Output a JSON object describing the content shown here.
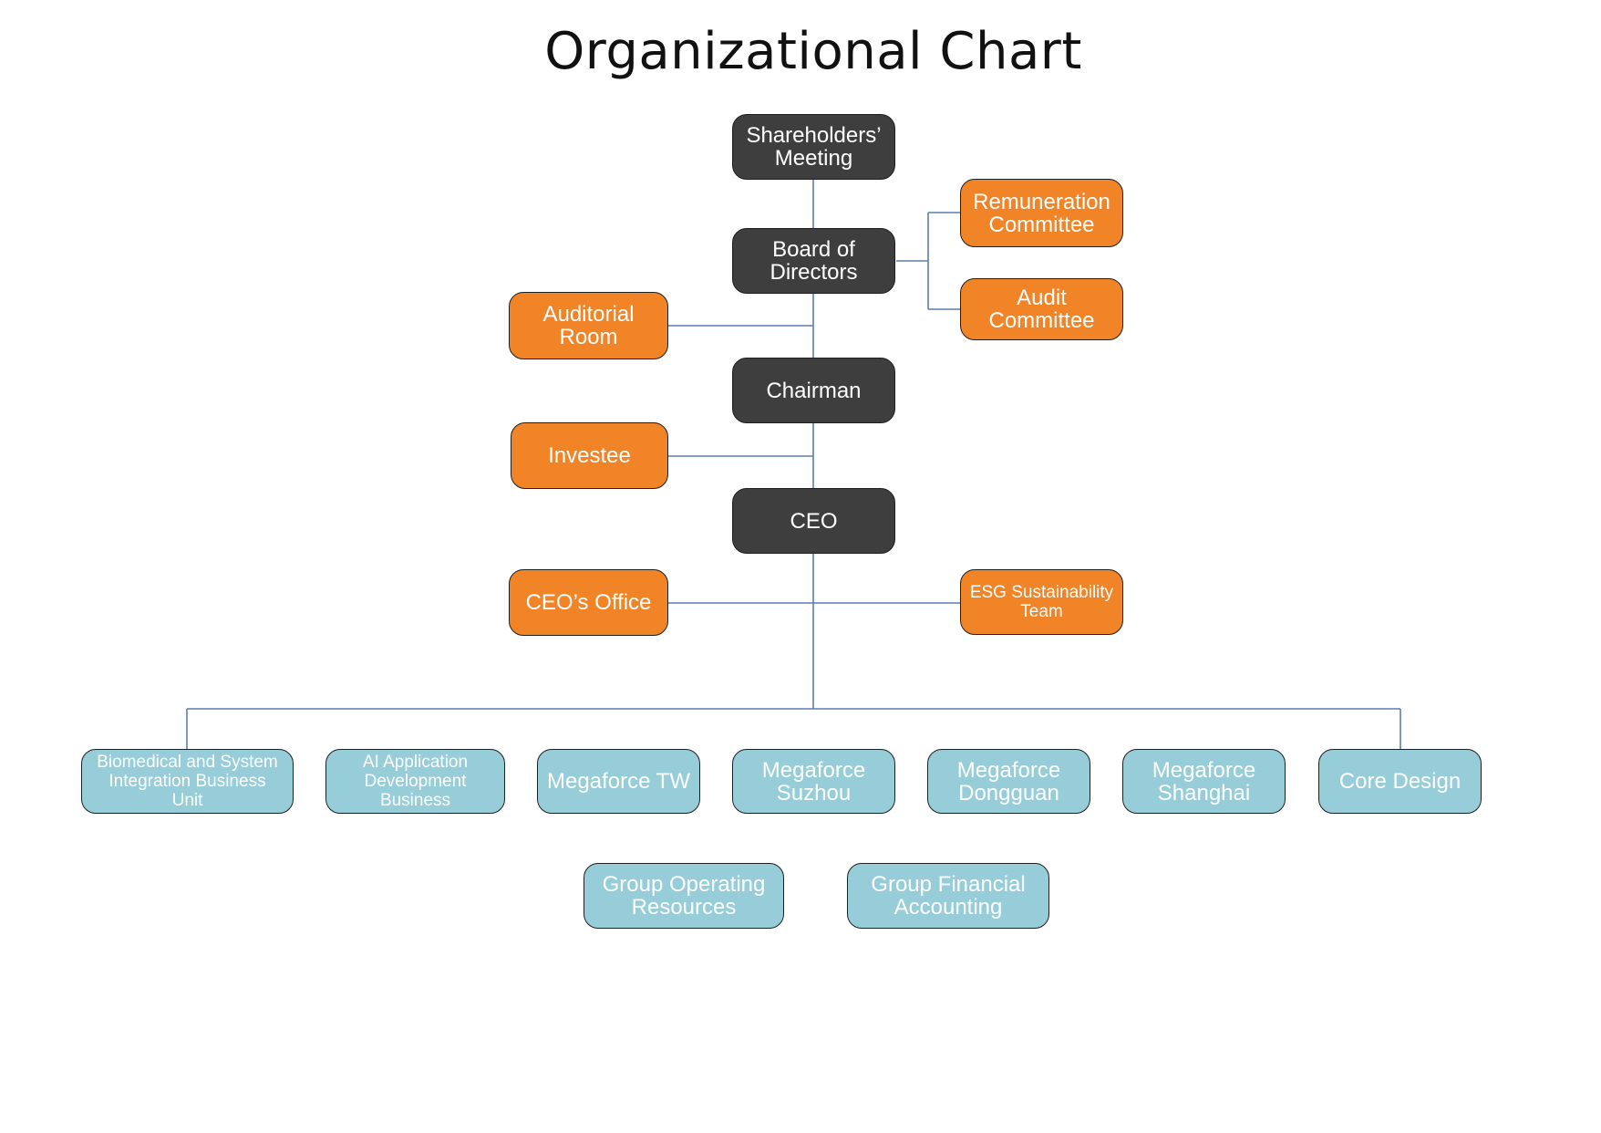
{
  "title": "Organizational Chart",
  "colors": {
    "governance": "#3e3e3e",
    "committee": "#f08427",
    "unit": "#96cdd9",
    "connector": "#5b7fae"
  },
  "nodes": {
    "shareholders": "Shareholders’\nMeeting",
    "board": "Board of\nDirectors",
    "remuneration": "Remuneration\nCommittee",
    "audit": "Audit\nCommittee",
    "auditorial": "Auditorial\nRoom",
    "chairman": "Chairman",
    "investee": "Investee",
    "ceo": "CEO",
    "ceo_office": "CEO’s Office",
    "esg": "ESG Sustainability\nTeam",
    "biomedical": "Biomedical and System\nIntegration Business\nUnit",
    "ai": "AI Application\nDevelopment\nBusiness",
    "tw": "Megaforce TW",
    "suzhou": "Megaforce\nSuzhou",
    "dongguan": "Megaforce\nDongguan",
    "shanghai": "Megaforce\nShanghai",
    "core": "Core Design",
    "group_ops": "Group Operating\nResources",
    "group_fin": "Group Financial\nAccounting"
  }
}
